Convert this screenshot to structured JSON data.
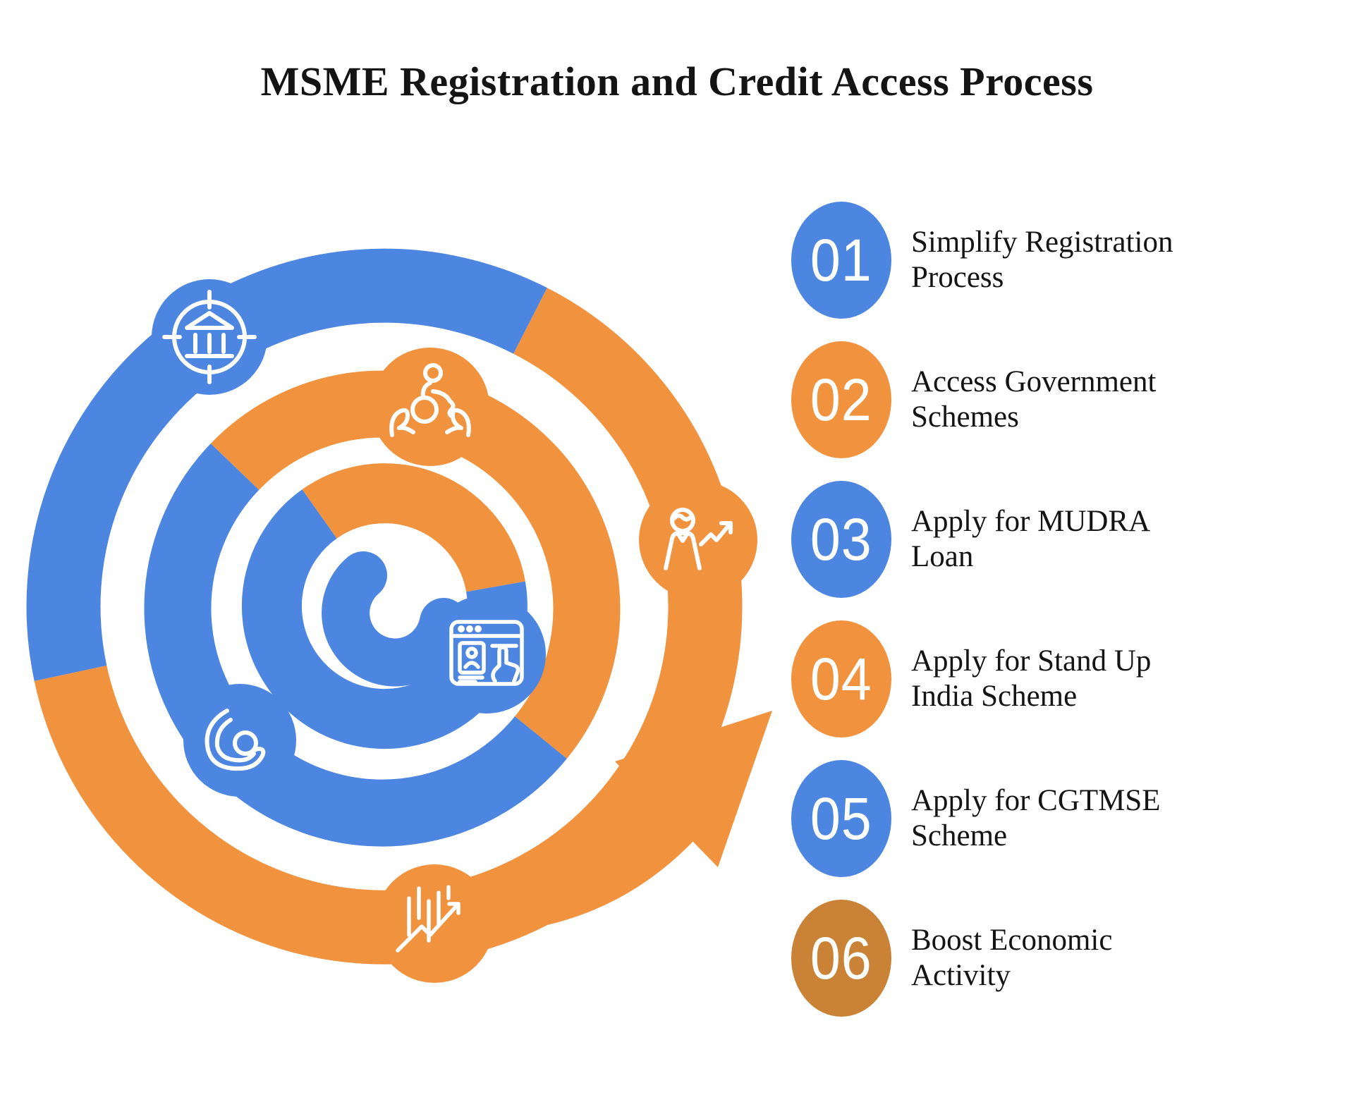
{
  "title": "MSME Registration and Credit Access Process",
  "colors": {
    "blue": "#4D86E0",
    "orange": "#F0923E",
    "dark_orange": "#C98236",
    "icon_stroke": "#FFFFFF",
    "text": "#141414",
    "background": "#FFFFFF"
  },
  "steps": [
    {
      "number": "01",
      "label": "Simplify Registration Process",
      "circle_color": "#4D86E0"
    },
    {
      "number": "02",
      "label": "Access Government Schemes",
      "circle_color": "#F0923E"
    },
    {
      "number": "03",
      "label": "Apply for MUDRA Loan",
      "circle_color": "#4D86E0"
    },
    {
      "number": "04",
      "label": "Apply for Stand Up India Scheme",
      "circle_color": "#F0923E"
    },
    {
      "number": "05",
      "label": "Apply for CGTMSE Scheme",
      "circle_color": "#4D86E0"
    },
    {
      "number": "06",
      "label": "Boost Economic Activity",
      "circle_color": "#C98236"
    }
  ],
  "spiral": {
    "description": "Three-turn spiral band alternating blue and orange, unwinding into an orange arrowhead pointing up-right",
    "icon_nodes": [
      {
        "icon": "bank-target-icon",
        "color": "#4D86E0"
      },
      {
        "icon": "inclusive-support-icon",
        "color": "#F0923E"
      },
      {
        "icon": "growth-person-icon",
        "color": "#F0923E"
      },
      {
        "icon": "online-registration-icon",
        "color": "#4D86E0"
      },
      {
        "icon": "care-hand-icon",
        "color": "#4D86E0"
      },
      {
        "icon": "market-growth-icon",
        "color": "#F0923E"
      }
    ]
  }
}
